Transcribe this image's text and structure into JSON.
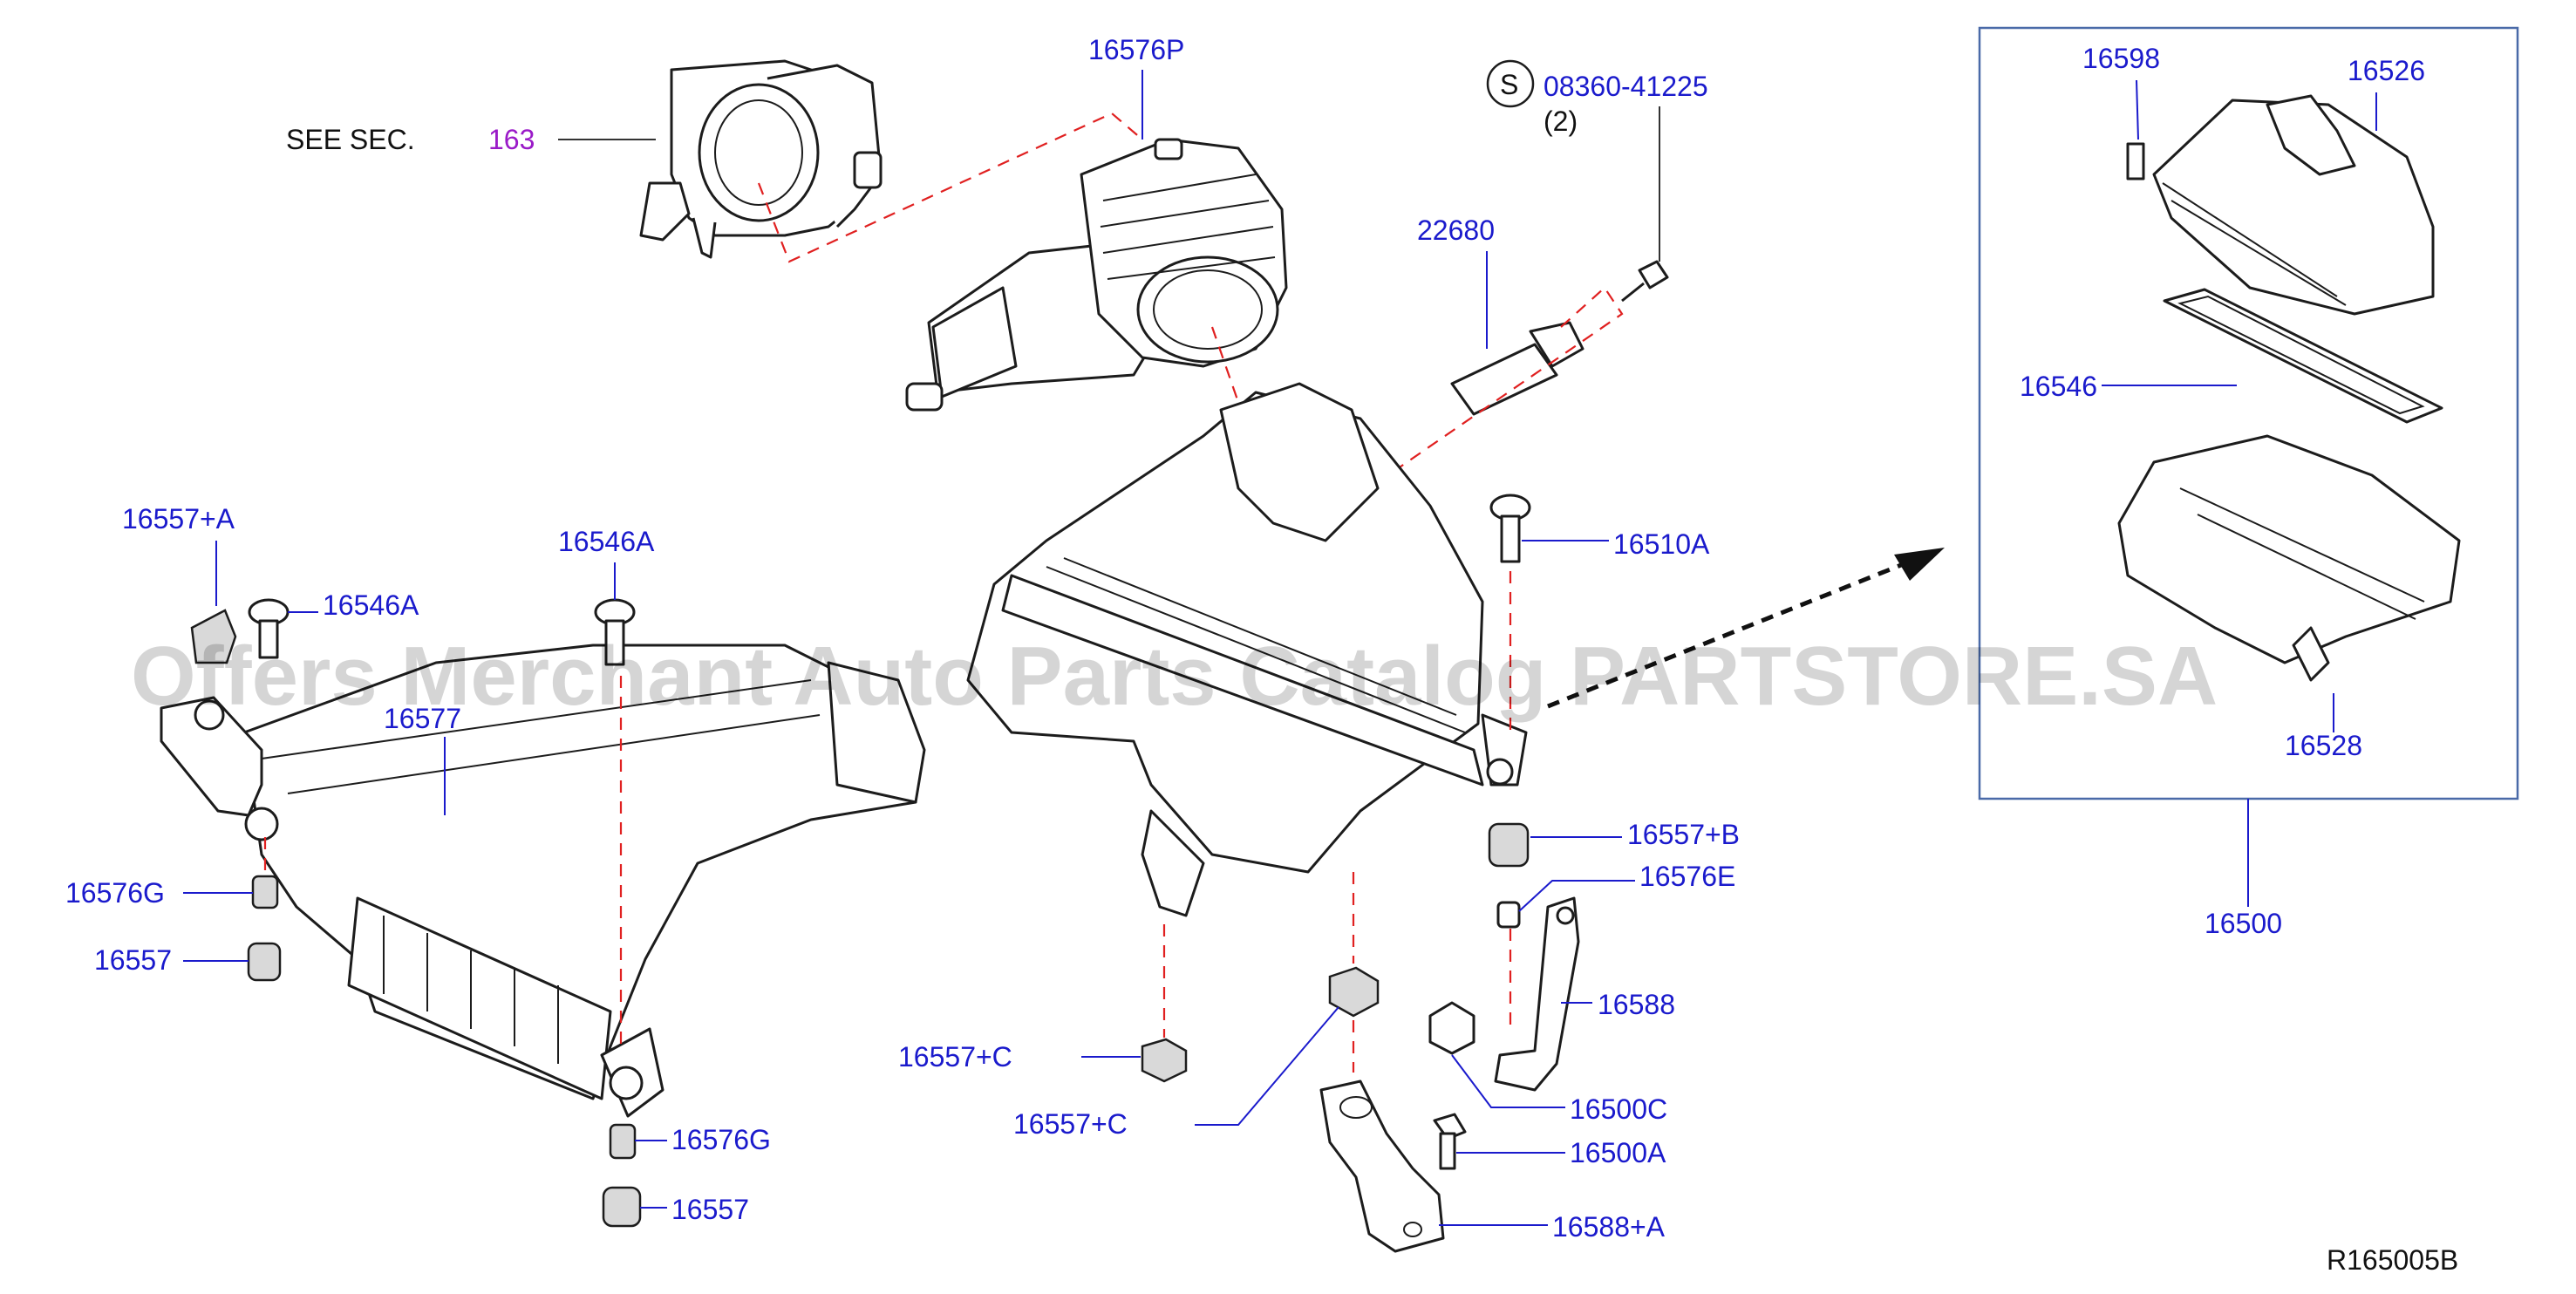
{
  "diagram": {
    "reference_code": "R165005B",
    "watermark": "Offers Merchant Auto Parts Catalog PARTSTORE.SA",
    "see_sec": {
      "prefix": "SEE   SEC.",
      "number": "163"
    },
    "bolt_spec": {
      "symbol": "S",
      "number": "08360-41225",
      "qty": "(2)"
    },
    "labels": {
      "p16576P": "16576P",
      "p22680": "22680",
      "p16598": "16598",
      "p16526": "16526",
      "p16546_box": "16546",
      "p16528": "16528",
      "p16500": "16500",
      "p16557A": "16557+A",
      "p16546A_top": "16546A",
      "p16546A_left": "16546A",
      "p16577": "16577",
      "p16576G_left": "16576G",
      "p16557_left": "16557",
      "p16576G_bottom": "16576G",
      "p16557_bottom": "16557",
      "p16510A": "16510A",
      "p16557B": "16557+B",
      "p16576E": "16576E",
      "p16588": "16588",
      "p16500C": "16500C",
      "p16500A": "16500A",
      "p16588A": "16588+A",
      "p16557C_upper": "16557+C",
      "p16557C_lower": "16557+C"
    }
  }
}
